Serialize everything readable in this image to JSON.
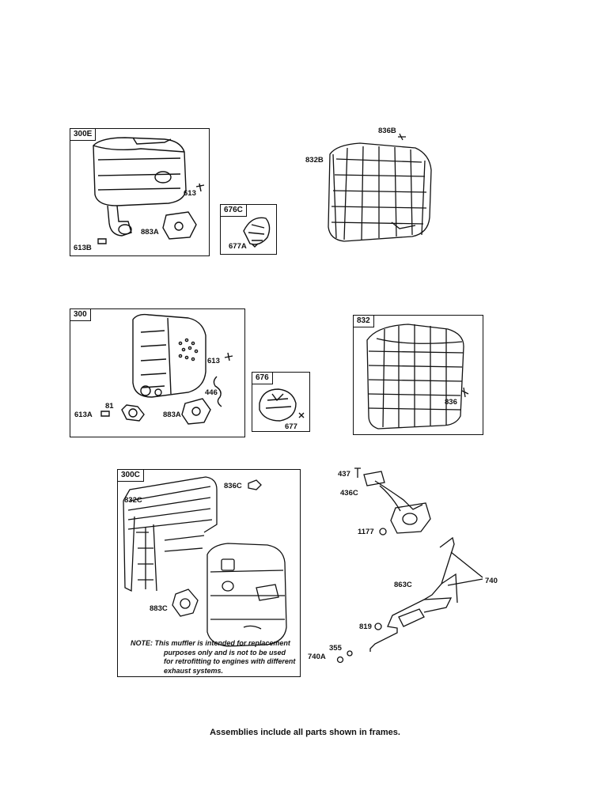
{
  "frames": {
    "f300E": "300E",
    "f676C": "676C",
    "f300": "300",
    "f676": "676",
    "f832": "832",
    "f300C": "300C"
  },
  "labels": {
    "l836B": "836B",
    "l832B": "832B",
    "l613_a": "613",
    "l883A_a": "883A",
    "l613B": "613B",
    "l677A": "677A",
    "l613_b": "613",
    "l446": "446",
    "l81": "81",
    "l613A": "613A",
    "l883A_b": "883A",
    "l677": "677",
    "l836": "836",
    "l836C": "836C",
    "l832C": "832C",
    "l883C": "883C",
    "l437": "437",
    "l436C": "436C",
    "l1177": "1177",
    "l863C": "863C",
    "l740": "740",
    "l819": "819",
    "l355": "355",
    "l740A": "740A"
  },
  "note": {
    "line1": "NOTE: This muffler is intended for replacement",
    "line2": "purposes only and is not to be used",
    "line3": "for retrofitting to engines with different",
    "line4": "exhaust systems."
  },
  "footer": "Assemblies include all parts shown in frames."
}
